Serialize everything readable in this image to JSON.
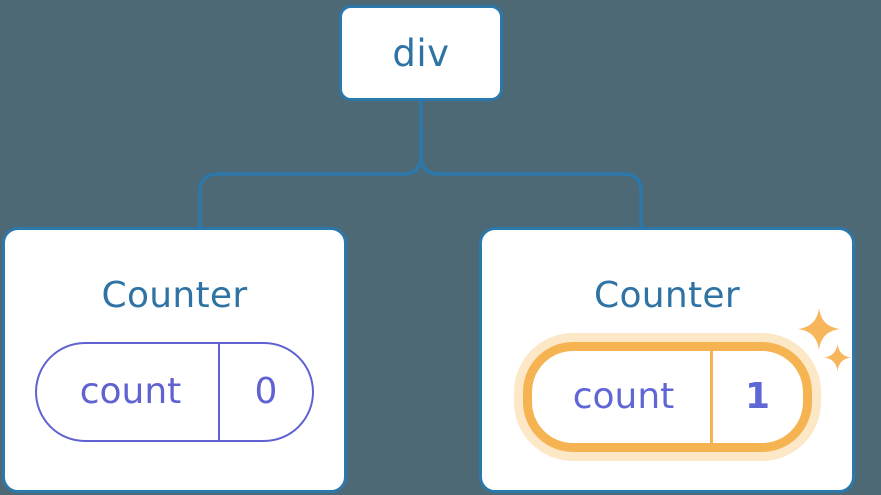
{
  "diagram": {
    "type": "component-tree",
    "background_color": "#4d6975",
    "connector_color": "#2c78ab"
  },
  "root": {
    "label": "div",
    "text_color": "#2e73a3",
    "border_color": "#2c78ab"
  },
  "children": [
    {
      "title": "Counter",
      "state": {
        "key": "count",
        "value": "0"
      },
      "highlighted": false,
      "pill_color": "#5f62d0"
    },
    {
      "title": "Counter",
      "state": {
        "key": "count",
        "value": "1"
      },
      "highlighted": true,
      "pill_color": "#f6b352",
      "halo_color": "#fbdfb0",
      "value_color": "#5f67d6",
      "sparkles": [
        "sparkle-large",
        "sparkle-small"
      ]
    }
  ]
}
